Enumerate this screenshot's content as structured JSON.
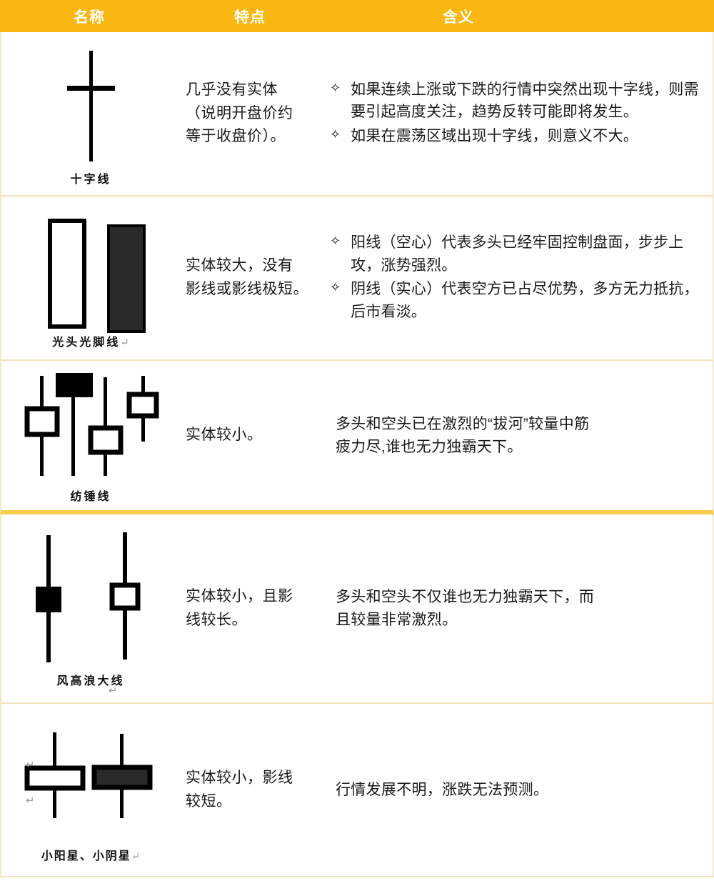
{
  "header": {
    "columns": [
      {
        "key": "name",
        "label": "名称"
      },
      {
        "key": "feature",
        "label": "特点"
      },
      {
        "key": "meaning",
        "label": "含义"
      }
    ],
    "bg_color": "#FBB711",
    "text_color": "#FFFFFF"
  },
  "colors": {
    "header_bg": "#FBB711",
    "header_underline": "#FDDD8C",
    "row_border": "#F0E3BC",
    "thick_separator": "#F7CB4B",
    "candle_fill_dark": "#2A2A2A",
    "candle_stroke": "#000000",
    "body_bg": "#FFFFFF",
    "text": "#1A1A1A",
    "cr_mark": "#9A9A9A"
  },
  "rows": [
    {
      "id": "doji",
      "name": "十字线",
      "name_cr": "",
      "feature": "几乎没有实体（说明开盘价约等于收盘价）。",
      "feature_lines": [
        "几乎没有实体",
        "（说明开盘价约",
        "等于收盘价）。"
      ],
      "meaning_type": "bullets",
      "meaning_bullets": [
        "如果连续上涨或下跌的行情中突然出现十字线，则需要引起高度关注，趋势反转可能即将发生。",
        "如果在震荡区域出现十字线，则意义不大。"
      ],
      "bullet_glyph": "✧"
    },
    {
      "id": "marubozu",
      "name": "光头光脚线",
      "name_cr": "↵",
      "feature": "实体较大，没有影线或影线极短。",
      "feature_lines": [
        "实体较大，没有",
        "影线或影线极短。"
      ],
      "meaning_type": "bullets",
      "meaning_bullets": [
        "阳线（空心）代表多头已经牢固控制盘面，步步上攻，涨势强烈。",
        "阴线（实心）代表空方已占尽优势，多方无力抵抗，后市看淡。"
      ],
      "bullet_glyph": "✧"
    },
    {
      "id": "spinning-top",
      "name": "纺锤线",
      "name_cr": "",
      "feature": "实体较小。",
      "feature_lines": [
        "实体较小。"
      ],
      "meaning_type": "paragraph",
      "meaning_lines": [
        "多头和空头已在激烈的“拔河”较量中筋",
        "疲力尽,谁也无力独霸天下。"
      ]
    },
    {
      "id": "high-wave",
      "name": "风高浪大线",
      "name_cr": "↵",
      "feature": "实体较小，且影线较长。",
      "feature_lines": [
        "实体较小，且影",
        "线较长。"
      ],
      "meaning_type": "paragraph",
      "meaning_lines": [
        "多头和空头不仅谁也无力独霸天下，而",
        "且较量非常激烈。"
      ]
    },
    {
      "id": "small-star",
      "name": "小阳星、小阴星",
      "name_cr": "↵",
      "feature": "实体较小，影线较短。",
      "feature_lines": [
        "实体较小，影线",
        "较短。"
      ],
      "meaning_type": "paragraph",
      "meaning_lines": [
        "行情发展不明，涨跌无法预测。"
      ]
    }
  ]
}
